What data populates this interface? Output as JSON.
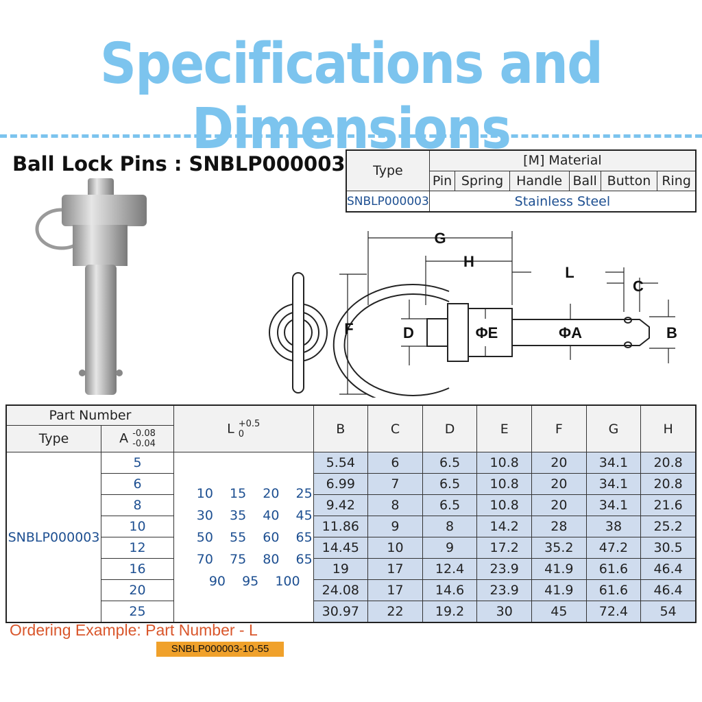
{
  "title": "Specifications and Dimensions",
  "heading": "Ball Lock Pins : SNBLP000003",
  "material_table": {
    "type_label": "Type",
    "material_label": "[M] Material",
    "columns": [
      "Pin",
      "Spring",
      "Handle",
      "Ball",
      "Button",
      "Ring"
    ],
    "type_value": "SNBLP000003",
    "material_value": "Stainless Steel"
  },
  "drawing_labels": {
    "G": "G",
    "H": "H",
    "L": "L",
    "C": "C",
    "F": "F",
    "D": "D",
    "E": "ΦE",
    "A": "ΦA",
    "B": "B"
  },
  "spec_table": {
    "part_number_label": "Part Number",
    "type_label": "Type",
    "a_label": "A",
    "a_tol_upper": "-0.08",
    "a_tol_lower": "-0.04",
    "l_label": "L",
    "l_tol_upper": "+0.5",
    "l_tol_lower": "0",
    "columns": [
      "B",
      "C",
      "D",
      "E",
      "F",
      "G",
      "H"
    ],
    "type_value": "SNBLP000003",
    "l_values": [
      "10  15  20  25",
      "30  35  40  45",
      "50  55  60  65",
      "70  75  80  65",
      "90  95  100"
    ],
    "rows": [
      {
        "A": "5",
        "B": "5.54",
        "C": "6",
        "D": "6.5",
        "E": "10.8",
        "F": "20",
        "G": "34.1",
        "H": "20.8"
      },
      {
        "A": "6",
        "B": "6.99",
        "C": "7",
        "D": "6.5",
        "E": "10.8",
        "F": "20",
        "G": "34.1",
        "H": "20.8"
      },
      {
        "A": "8",
        "B": "9.42",
        "C": "8",
        "D": "6.5",
        "E": "10.8",
        "F": "20",
        "G": "34.1",
        "H": "21.6"
      },
      {
        "A": "10",
        "B": "11.86",
        "C": "9",
        "D": "8",
        "E": "14.2",
        "F": "28",
        "G": "38",
        "H": "25.2"
      },
      {
        "A": "12",
        "B": "14.45",
        "C": "10",
        "D": "9",
        "E": "17.2",
        "F": "35.2",
        "G": "47.2",
        "H": "30.5"
      },
      {
        "A": "16",
        "B": "19",
        "C": "17",
        "D": "12.4",
        "E": "23.9",
        "F": "41.9",
        "G": "61.6",
        "H": "46.4"
      },
      {
        "A": "20",
        "B": "24.08",
        "C": "17",
        "D": "14.6",
        "E": "23.9",
        "F": "41.9",
        "G": "61.6",
        "H": "46.4"
      },
      {
        "A": "25",
        "B": "30.97",
        "C": "22",
        "D": "19.2",
        "E": "30",
        "F": "45",
        "G": "72.4",
        "H": "54"
      }
    ]
  },
  "ordering_example": "Ordering Example: Part Number - L",
  "ordering_code": "SNBLP000003-10-55"
}
